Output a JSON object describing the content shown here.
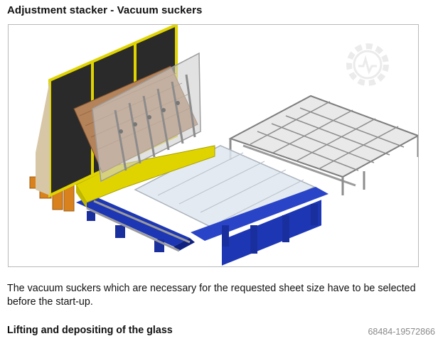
{
  "document": {
    "title": "Adjustment stacker - Vacuum suckers",
    "paragraph": "The vacuum suckers which are necessary for the requested sheet size have to be selected before the start-up.",
    "subheading": "Lifting and depositing of the glass",
    "reference": "68484-19572866"
  },
  "figure": {
    "watermark_icon": "gear-wave-icon",
    "colors": {
      "frame_black": "#2a2a2a",
      "frame_yellow": "#e0d400",
      "wood": "#b5835a",
      "blue": "#1c36b4",
      "orange": "#d9821d",
      "gray": "#a8a8a8"
    }
  }
}
